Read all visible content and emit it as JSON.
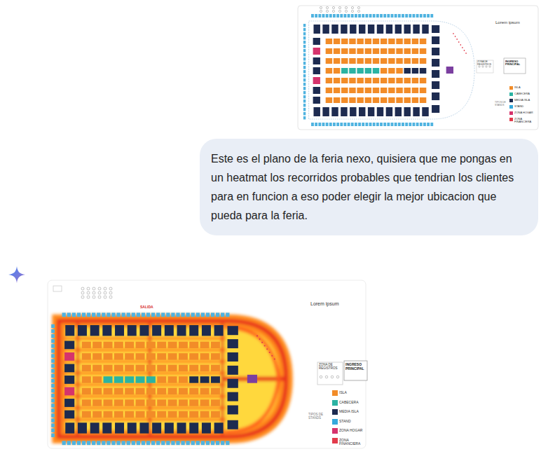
{
  "diagram": {
    "nodes": [
      {
        "text": [
          "Este es el plano de la feria nexo, quisiera que me pongas en un heatmat los recorridos probables que tendrian los clientes para en funcion a eso poder elegir la mejor ubicacion que pueda para la feria."
        ]
      }
    ],
    "labels": [
      "Lorem ipsum",
      "ZONA DE REGISTROS",
      "INGRESO PRINCIPAL",
      "TIPOS DE STANDS",
      "Lorem ipsum",
      "ZONA DE REGISTROS",
      "INGRESO PRINCIPAL",
      "TIPOS DE STANDS",
      "SALIDA"
    ],
    "legend": [
      {
        "text": "ISLA",
        "color": "#f28c28"
      },
      {
        "text": "CABECERA",
        "color": "#2bb3a3"
      },
      {
        "text": "MEDIA ISLA",
        "color": "#1d2b50"
      },
      {
        "text": "STAND",
        "color": "#35a9dc"
      },
      {
        "text": "ZONA HOGAR",
        "color": "#d6336c"
      },
      {
        "text": "ZONA FINANCIERA",
        "color": "#e23b4b"
      },
      {
        "text": "ISLA",
        "color": "#f28c28"
      },
      {
        "text": "CABECERA",
        "color": "#2bb3a3"
      },
      {
        "text": "MEDIA ISLA",
        "color": "#1d2b50"
      },
      {
        "text": "STAND",
        "color": "#35a9dc"
      },
      {
        "text": "ZONA HOGAR",
        "color": "#d6336c"
      },
      {
        "text": "ZONA FINANCIERA",
        "color": "#e23b4b"
      }
    ]
  }
}
